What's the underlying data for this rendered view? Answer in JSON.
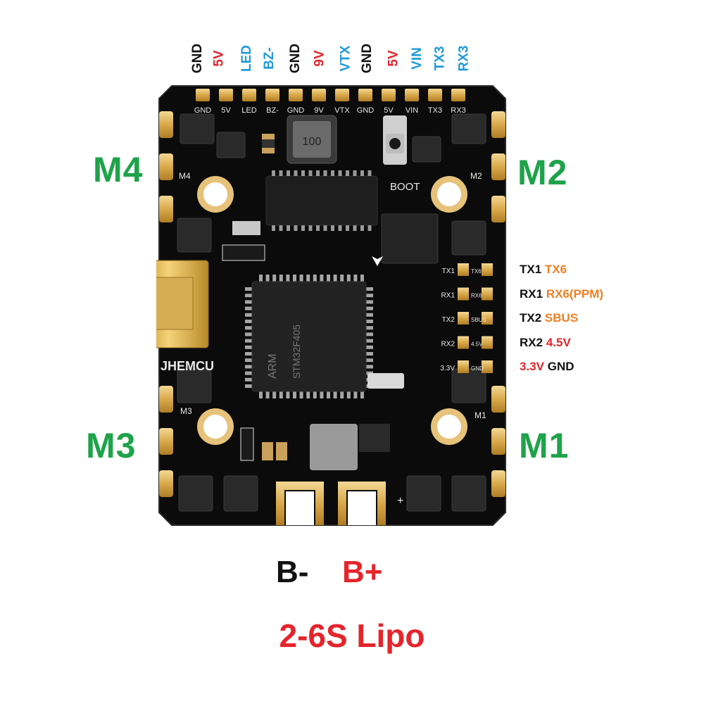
{
  "colors": {
    "black": "#111111",
    "red": "#e5242b",
    "blue": "#1f9ad8",
    "green": "#1fa34a",
    "orange": "#f07f22",
    "gold": "#e8c98a"
  },
  "top_pins": [
    {
      "label": "GND",
      "color": "#111111"
    },
    {
      "label": "5V",
      "color": "#e5242b"
    },
    {
      "label": "LED",
      "color": "#1f9ad8"
    },
    {
      "label": "BZ-",
      "color": "#1f9ad8"
    },
    {
      "label": "GND",
      "color": "#111111"
    },
    {
      "label": "9V",
      "color": "#e5242b"
    },
    {
      "label": "VTX",
      "color": "#1f9ad8"
    },
    {
      "label": "GND",
      "color": "#111111"
    },
    {
      "label": "5V",
      "color": "#e5242b"
    },
    {
      "label": "VIN",
      "color": "#1f9ad8"
    },
    {
      "label": "TX3",
      "color": "#1f9ad8"
    },
    {
      "label": "RX3",
      "color": "#1f9ad8"
    }
  ],
  "motors": {
    "m1": "M1",
    "m2": "M2",
    "m3": "M3",
    "m4": "M4"
  },
  "side_pins": [
    {
      "a": "TX1",
      "a_color": "#111111",
      "b": "TX6",
      "b_color": "#f07f22"
    },
    {
      "a": "RX1",
      "a_color": "#111111",
      "b": "RX6(PPM)",
      "b_color": "#f07f22"
    },
    {
      "a": "TX2",
      "a_color": "#111111",
      "b": "SBUS",
      "b_color": "#f07f22"
    },
    {
      "a": "RX2",
      "a_color": "#111111",
      "b": "4.5V",
      "b_color": "#e5242b"
    },
    {
      "a": "3.3V",
      "a_color": "#e5242b",
      "b": "GND",
      "b_color": "#111111"
    }
  ],
  "battery": {
    "neg": "B-",
    "pos": "B+",
    "spec": "2-6S Lipo"
  },
  "board_silk": {
    "top": [
      "GND",
      "5V",
      "LED",
      "BZ-",
      "GND",
      "9V",
      "VTX",
      "GND",
      "5V",
      "VIN",
      "TX3",
      "RX3"
    ],
    "m4": "M4",
    "m2": "M2",
    "m3": "M3",
    "m1": "M1",
    "boot": "BOOT",
    "brand": "JHEMCU",
    "arm": "ARM",
    "mcu": "STM32F405",
    "inductor": "100",
    "pads_left": [
      "TX1",
      "RX1",
      "TX2",
      "RX2",
      "3.3V"
    ],
    "pads_right": [
      "TX6",
      "RX6",
      "SBUS",
      "4.5V",
      "GND"
    ]
  }
}
